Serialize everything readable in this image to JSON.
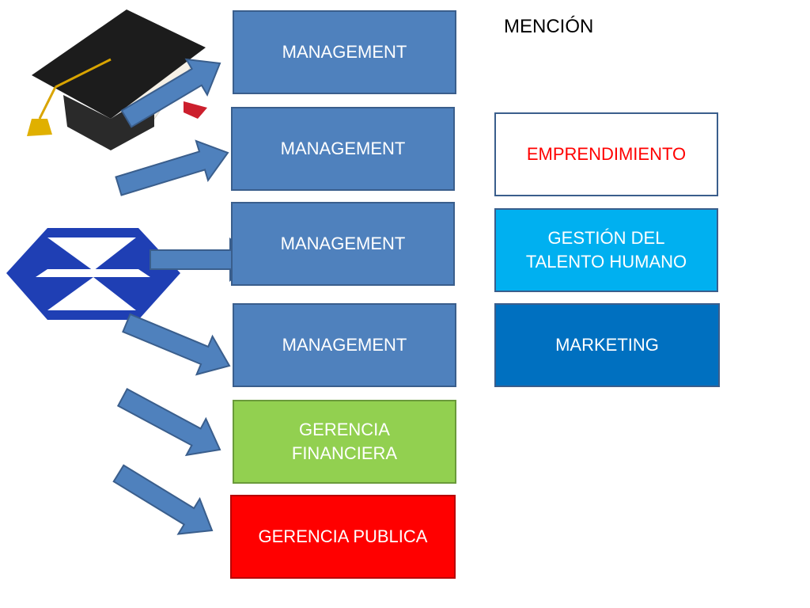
{
  "heading": "MENCIÓN",
  "left_column": [
    {
      "label": "MANAGEMENT",
      "fill": "#4f81bd"
    },
    {
      "label": "MANAGEMENT",
      "fill": "#4f81bd"
    },
    {
      "label": "MANAGEMENT",
      "fill": "#4f81bd"
    },
    {
      "label": "MANAGEMENT",
      "fill": "#4f81bd"
    },
    {
      "label": "GERENCIA\nFINANCIERA",
      "fill": "#92d050"
    },
    {
      "label": "GERENCIA PUBLICA",
      "fill": "#ff0000"
    }
  ],
  "right_column": [
    {
      "label": "EMPRENDIMIENTO",
      "fill": "#ffffff",
      "text_color": "#ff0000"
    },
    {
      "label": "GESTIÓN DEL\nTALENTO HUMANO",
      "fill": "#00b0f0",
      "text_color": "#ffffff"
    },
    {
      "label": "MARKETING",
      "fill": "#0070c0",
      "text_color": "#ffffff"
    }
  ],
  "icons": [
    "graduation-cap-icon",
    "diploma-scroll-icon",
    "university-logo-icon"
  ],
  "colors": {
    "arrow": "#4f81bd",
    "arrow_outline": "#3a5e8c",
    "logo": "#1f3fb4"
  }
}
